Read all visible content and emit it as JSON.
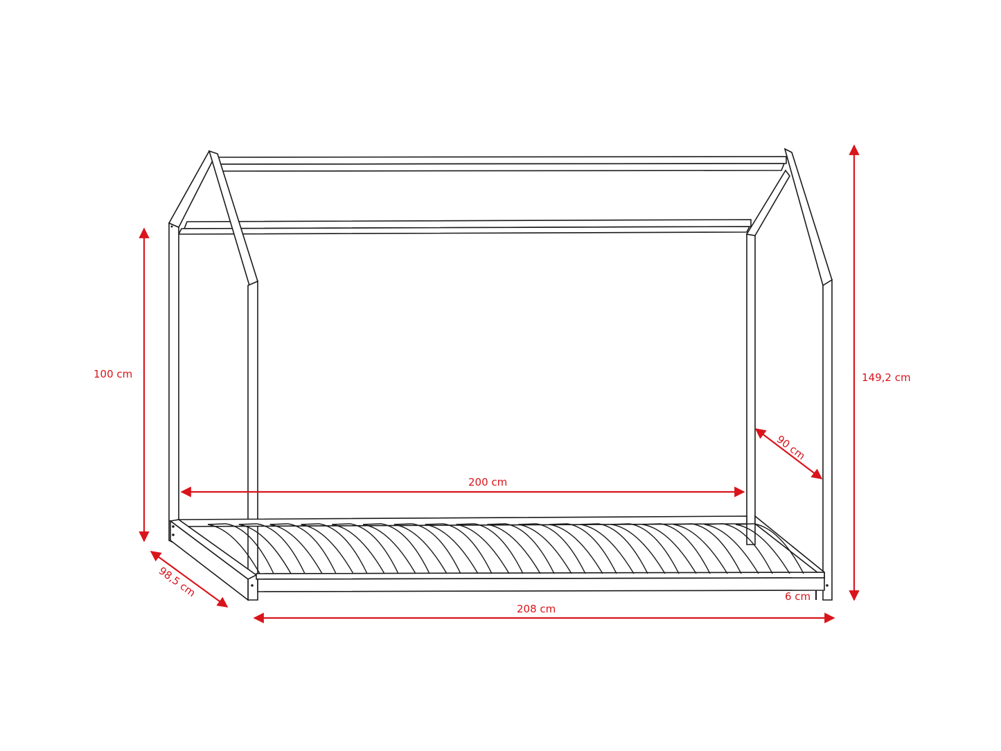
{
  "colors": {
    "dimension": "#d9141b",
    "outline": "#1a1a1a",
    "background": "#ffffff"
  },
  "dimensions": {
    "headboard_height": "100 cm",
    "total_height": "149,2 cm",
    "inner_length": "200 cm",
    "inner_width": "90 cm",
    "outer_width": "98,5 cm",
    "total_length": "208 cm",
    "leg_height": "6 cm"
  }
}
